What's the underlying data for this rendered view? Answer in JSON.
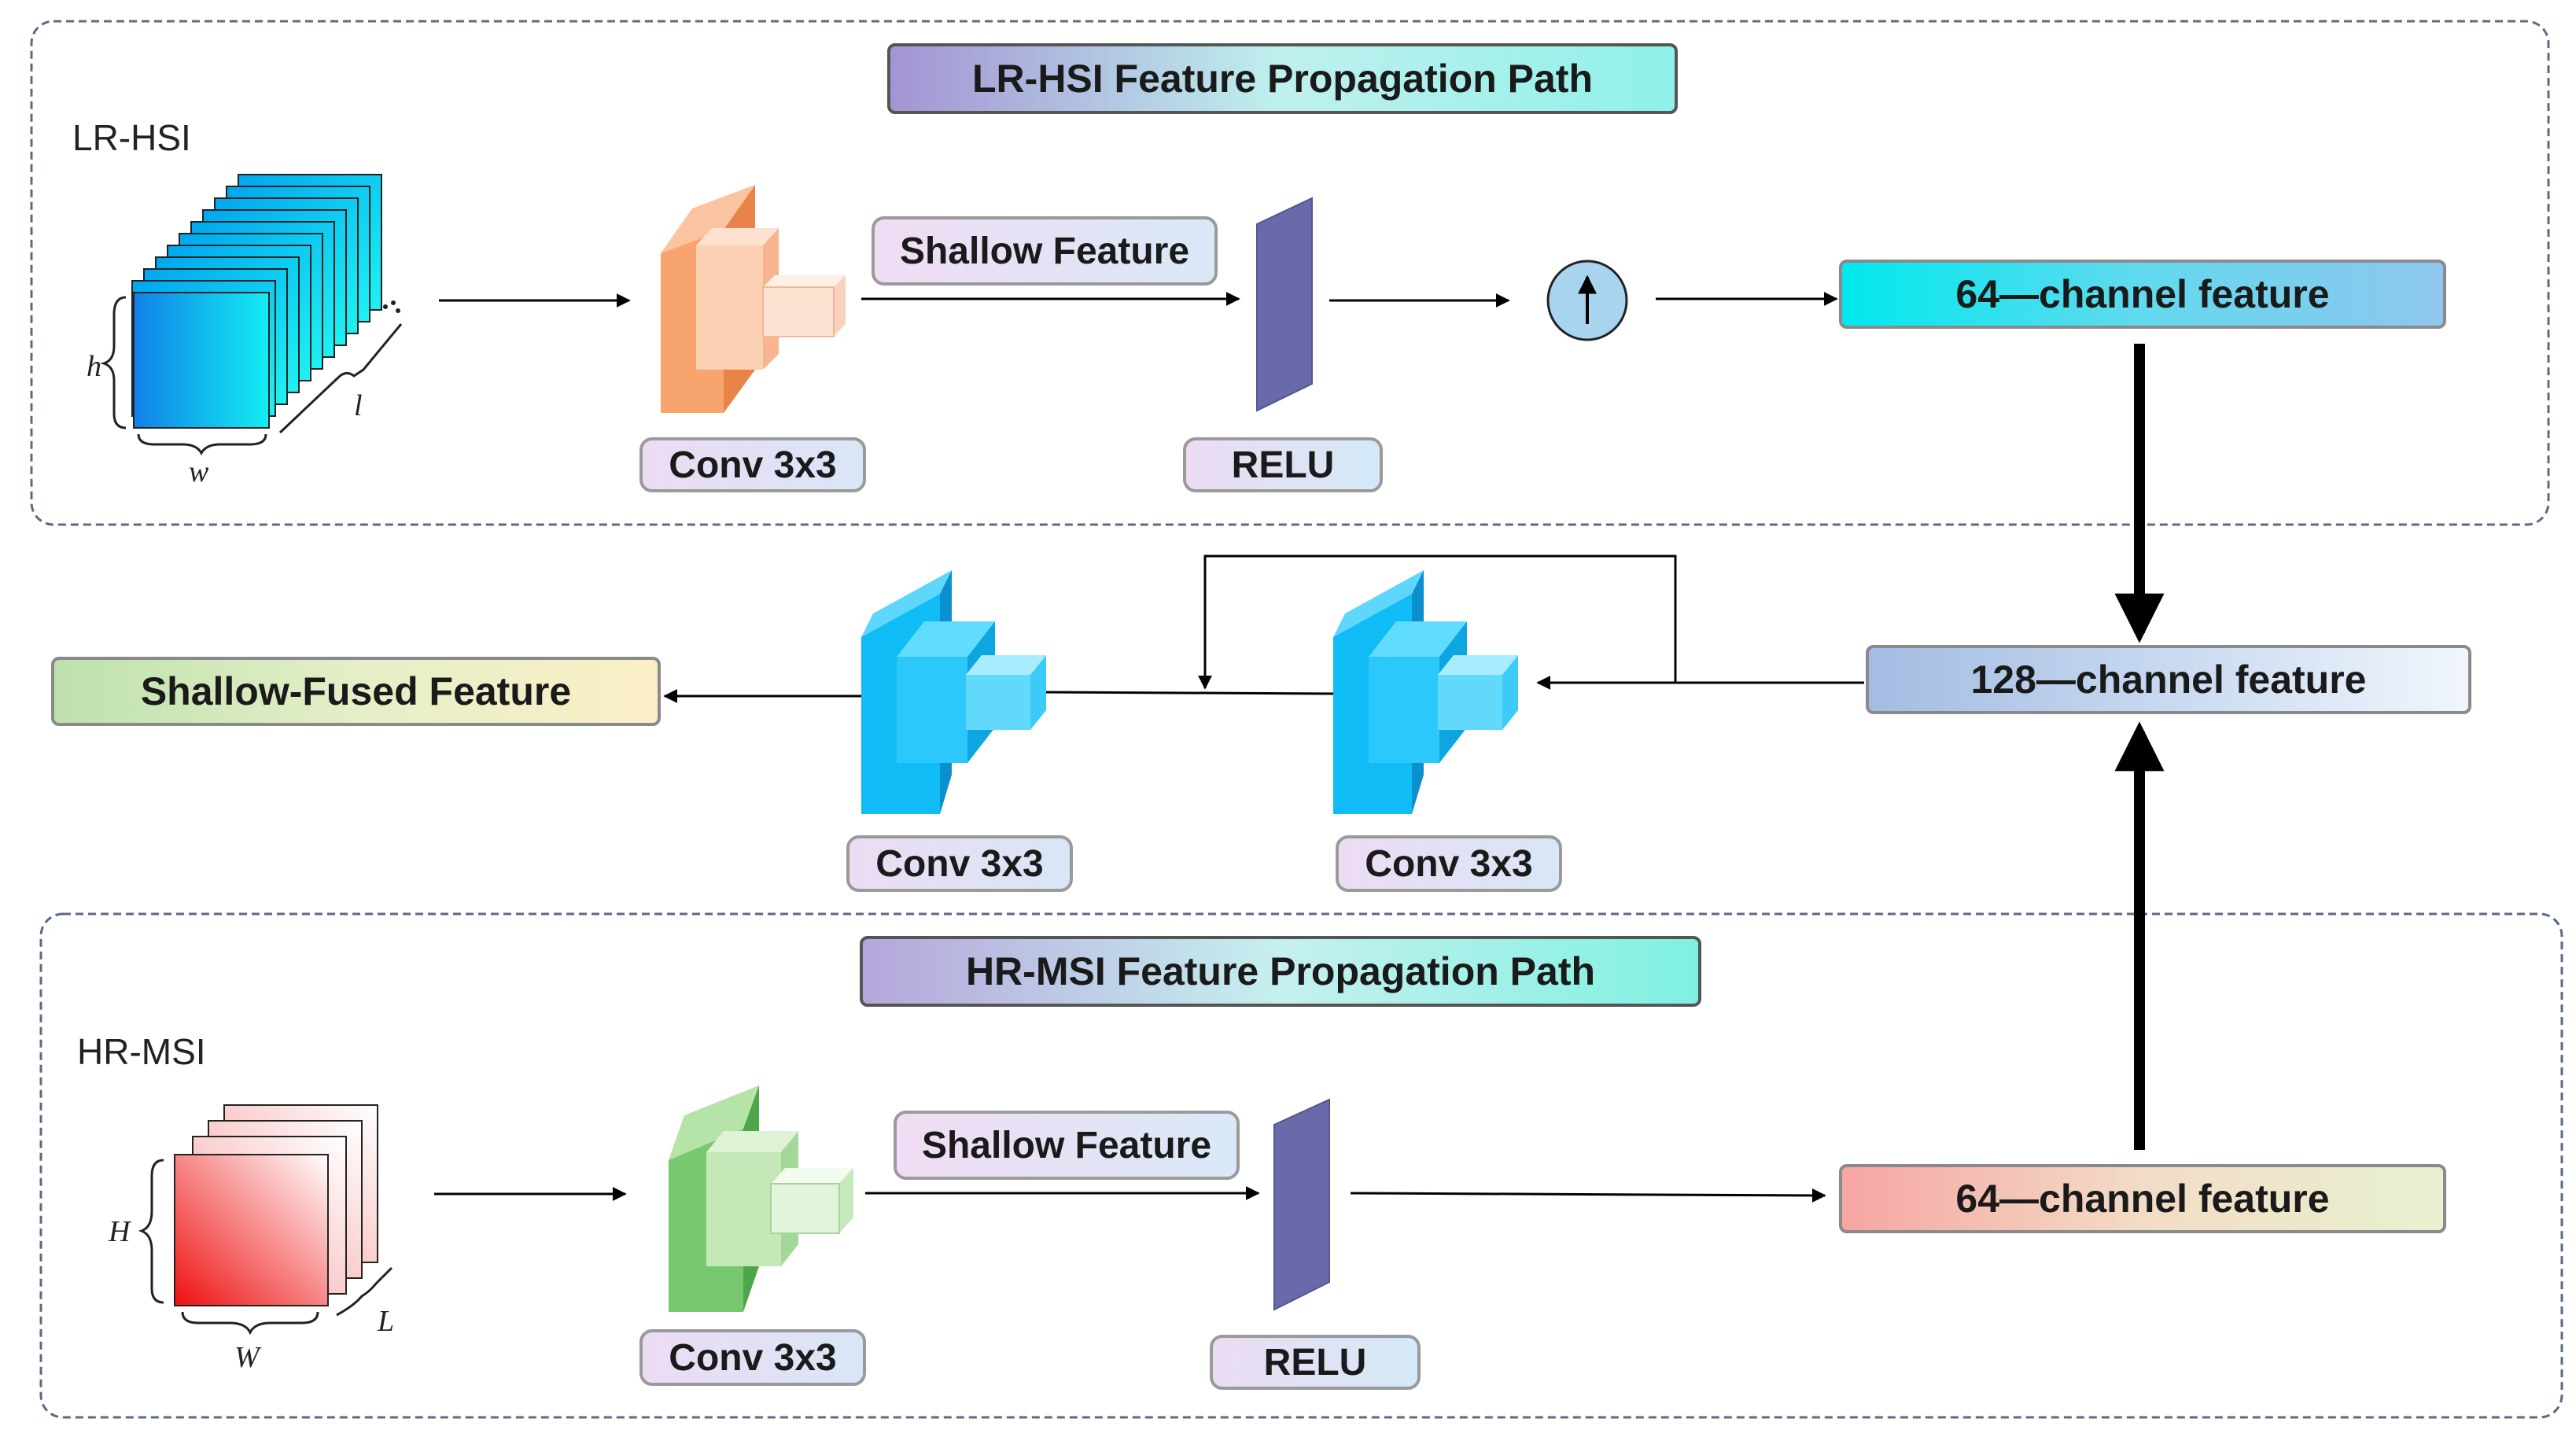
{
  "lr_path": {
    "title": "LR-HSI  Feature Propagation Path",
    "input_label": "LR-HSI",
    "dims": {
      "h": "h",
      "w": "w",
      "l": "l"
    },
    "conv_label": "Conv 3x3",
    "shallow_label": "Shallow Feature",
    "relu_label": "RELU",
    "upsample_icon": "up-arrow-icon",
    "feature_label": "64—channel feature"
  },
  "hr_path": {
    "title": "HR-MSI  Feature Propagation Path",
    "input_label": "HR-MSI",
    "dims": {
      "H": "H",
      "W": "W",
      "L": "L"
    },
    "conv_label": "Conv 3x3",
    "shallow_label": "Shallow Feature",
    "relu_label": "RELU",
    "feature_label": "64—channel feature"
  },
  "fusion": {
    "concat_label": "128—channel feature",
    "conv_a_label": "Conv 3x3",
    "conv_b_label": "Conv 3x3",
    "output_label": "Shallow-Fused Feature"
  },
  "colors": {
    "lr_conv": "#f7a46e",
    "hr_conv": "#78c870",
    "fusion_conv": "#0fbcf5",
    "relu": "#6a6aaa",
    "lr_cube": "#00e5f5",
    "hr_cube": "#ee2020"
  }
}
